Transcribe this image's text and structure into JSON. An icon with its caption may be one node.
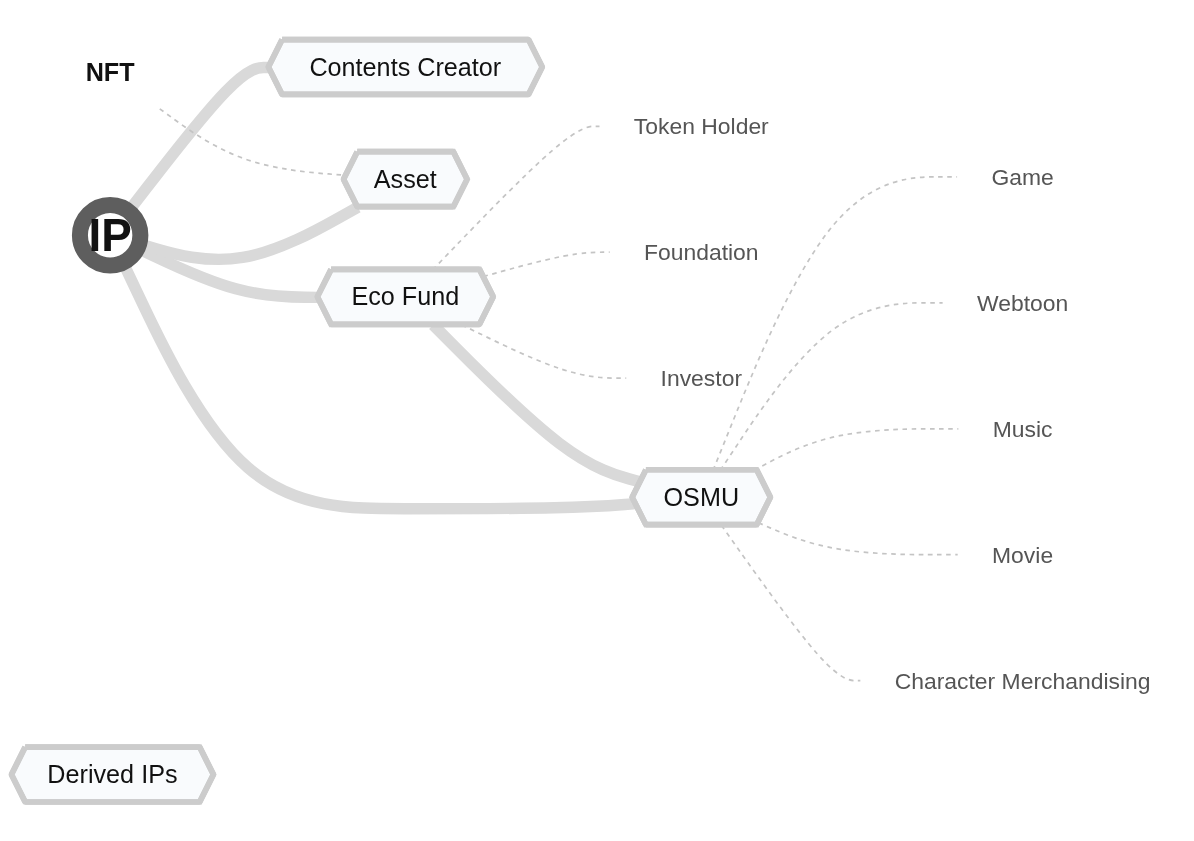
{
  "diagram": {
    "nodes": [
      {
        "text": [
          "IP"
        ]
      },
      {
        "text": [
          "Contents Creator"
        ]
      },
      {
        "text": [
          "Derived IPs"
        ]
      },
      {
        "text": [
          "NFT"
        ]
      },
      {
        "text": [
          "Asset"
        ]
      },
      {
        "text": [
          "Eco Fund"
        ]
      },
      {
        "text": [
          "Token Holder"
        ]
      },
      {
        "text": [
          "Foundation"
        ]
      },
      {
        "text": [
          "Investor"
        ]
      },
      {
        "text": [
          "Game"
        ]
      },
      {
        "text": [
          "OSMU"
        ]
      },
      {
        "text": [
          "Webtoon"
        ]
      },
      {
        "text": [
          "Music"
        ]
      },
      {
        "text": [
          "Movie"
        ]
      },
      {
        "text": [
          "Character Merchandising"
        ]
      }
    ],
    "edges": [
      {
        "from": 0,
        "to": 1,
        "arrow": "none",
        "style": "thick"
      },
      {
        "from": 0,
        "to": 5,
        "arrow": "none",
        "style": "thick"
      },
      {
        "from": 0,
        "to": 4,
        "arrow": "none",
        "style": "thick"
      },
      {
        "from": 0,
        "to": 10,
        "arrow": "none",
        "style": "thick"
      },
      {
        "from": 5,
        "to": 10,
        "arrow": "none",
        "style": "thick"
      },
      {
        "from": 3,
        "to": 4,
        "arrow": "none",
        "style": "dashed"
      },
      {
        "from": 5,
        "to": 6,
        "arrow": "none",
        "style": "dashed"
      },
      {
        "from": 5,
        "to": 7,
        "arrow": "none",
        "style": "dashed"
      },
      {
        "from": 5,
        "to": 8,
        "arrow": "none",
        "style": "dashed"
      },
      {
        "from": 10,
        "to": 9,
        "arrow": "none",
        "style": "dashed"
      },
      {
        "from": 10,
        "to": 11,
        "arrow": "none",
        "style": "dashed"
      },
      {
        "from": 10,
        "to": 12,
        "arrow": "none",
        "style": "dashed"
      },
      {
        "from": 10,
        "to": 13,
        "arrow": "none",
        "style": "dashed"
      },
      {
        "from": 10,
        "to": 14,
        "arrow": "none",
        "style": "dashed"
      }
    ]
  }
}
